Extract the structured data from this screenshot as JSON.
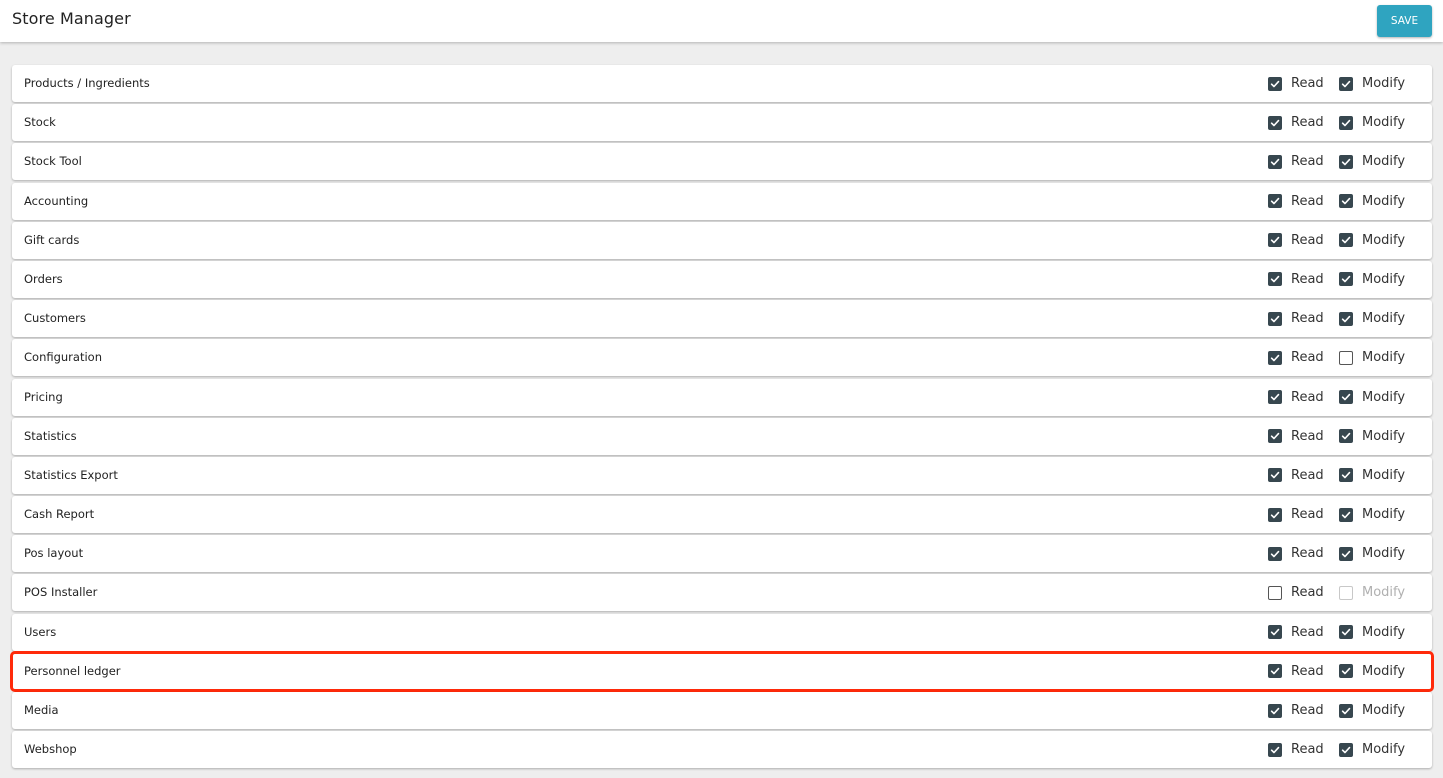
{
  "header": {
    "title": "Store Manager",
    "save_label": "SAVE"
  },
  "permission_labels": {
    "read": "Read",
    "modify": "Modify"
  },
  "colors": {
    "save_button": "#2fa4c0",
    "checkbox_checked": "#37474f",
    "highlight_outline": "#ff2a0a"
  },
  "rows": [
    {
      "name": "Products / Ingredients",
      "read": "checked",
      "modify": "checked",
      "highlight": false
    },
    {
      "name": "Stock",
      "read": "checked",
      "modify": "checked",
      "highlight": false
    },
    {
      "name": "Stock Tool",
      "read": "checked",
      "modify": "checked",
      "highlight": false
    },
    {
      "name": "Accounting",
      "read": "checked",
      "modify": "checked",
      "highlight": false
    },
    {
      "name": "Gift cards",
      "read": "checked",
      "modify": "checked",
      "highlight": false
    },
    {
      "name": "Orders",
      "read": "checked",
      "modify": "checked",
      "highlight": false
    },
    {
      "name": "Customers",
      "read": "checked",
      "modify": "checked",
      "highlight": false
    },
    {
      "name": "Configuration",
      "read": "checked",
      "modify": "unchecked",
      "highlight": false
    },
    {
      "name": "Pricing",
      "read": "checked",
      "modify": "checked",
      "highlight": false
    },
    {
      "name": "Statistics",
      "read": "checked",
      "modify": "checked",
      "highlight": false
    },
    {
      "name": "Statistics Export",
      "read": "checked",
      "modify": "checked",
      "highlight": false
    },
    {
      "name": "Cash Report",
      "read": "checked",
      "modify": "checked",
      "highlight": false
    },
    {
      "name": "Pos layout",
      "read": "checked",
      "modify": "checked",
      "highlight": false
    },
    {
      "name": "POS Installer",
      "read": "unchecked",
      "modify": "disabled",
      "highlight": false
    },
    {
      "name": "Users",
      "read": "checked",
      "modify": "checked",
      "highlight": false
    },
    {
      "name": "Personnel ledger",
      "read": "checked",
      "modify": "checked",
      "highlight": true
    },
    {
      "name": "Media",
      "read": "checked",
      "modify": "checked",
      "highlight": false
    },
    {
      "name": "Webshop",
      "read": "checked",
      "modify": "checked",
      "highlight": false
    }
  ]
}
